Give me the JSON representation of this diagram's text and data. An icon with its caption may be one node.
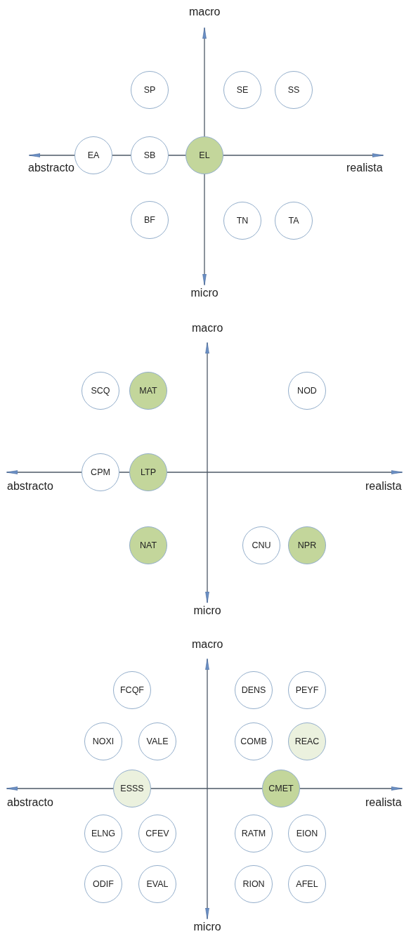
{
  "diagram": {
    "nodes": [
      {
        "text": [
          "SP"
        ]
      },
      {
        "text": [
          "SE"
        ]
      },
      {
        "text": [
          "SS"
        ]
      },
      {
        "text": [
          "EA"
        ]
      },
      {
        "text": [
          "SB"
        ]
      },
      {
        "text": [
          "EL"
        ]
      },
      {
        "text": [
          "BF"
        ]
      },
      {
        "text": [
          "TN"
        ]
      },
      {
        "text": [
          "TA"
        ]
      },
      {
        "text": [
          "SCQ"
        ]
      },
      {
        "text": [
          "MAT"
        ]
      },
      {
        "text": [
          "NOD"
        ]
      },
      {
        "text": [
          "CPM"
        ]
      },
      {
        "text": [
          "LTP"
        ]
      },
      {
        "text": [
          "NAT"
        ]
      },
      {
        "text": [
          "CNU"
        ]
      },
      {
        "text": [
          "NPR"
        ]
      },
      {
        "text": [
          "FCQF"
        ]
      },
      {
        "text": [
          "DENS"
        ]
      },
      {
        "text": [
          "PEYF"
        ]
      },
      {
        "text": [
          "NOXI"
        ]
      },
      {
        "text": [
          "VALE"
        ]
      },
      {
        "text": [
          "COMB"
        ]
      },
      {
        "text": [
          "REAC"
        ]
      },
      {
        "text": [
          "ESSS"
        ]
      },
      {
        "text": [
          "CMET"
        ]
      },
      {
        "text": [
          "ELNG"
        ]
      },
      {
        "text": [
          "CFEV"
        ]
      },
      {
        "text": [
          "RATM"
        ]
      },
      {
        "text": [
          "EION"
        ]
      },
      {
        "text": [
          "ODIF"
        ]
      },
      {
        "text": [
          "EVAL"
        ]
      },
      {
        "text": [
          "RION"
        ]
      },
      {
        "text": [
          "AFEL"
        ]
      }
    ],
    "labels": [
      "macro",
      "abstracto",
      "realista",
      "micro",
      "macro",
      "abstracto",
      "realista",
      "micro",
      "macro",
      "abstracto",
      "realista",
      "micro"
    ]
  }
}
